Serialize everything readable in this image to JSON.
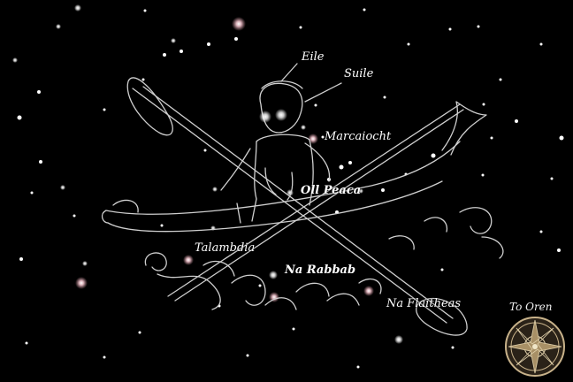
{
  "labels": {
    "eile": "Eile",
    "suile": "Suile",
    "marcaiocht": "Marcaiocht",
    "oll_peaca": "Oll Peaca",
    "talambdia": "Talambdia",
    "na_rabbab": "Na Rabbab",
    "na_flaitheas": "Na Flaitheas",
    "to_oren": "To Oren"
  },
  "colors": {
    "sky": "#000000",
    "line_art": "#cfcfcf",
    "star": "#ffffff",
    "pink_star": "#f3c6cf",
    "compass": "#c8b28a"
  },
  "icons": [
    "compass-rose-icon"
  ]
}
